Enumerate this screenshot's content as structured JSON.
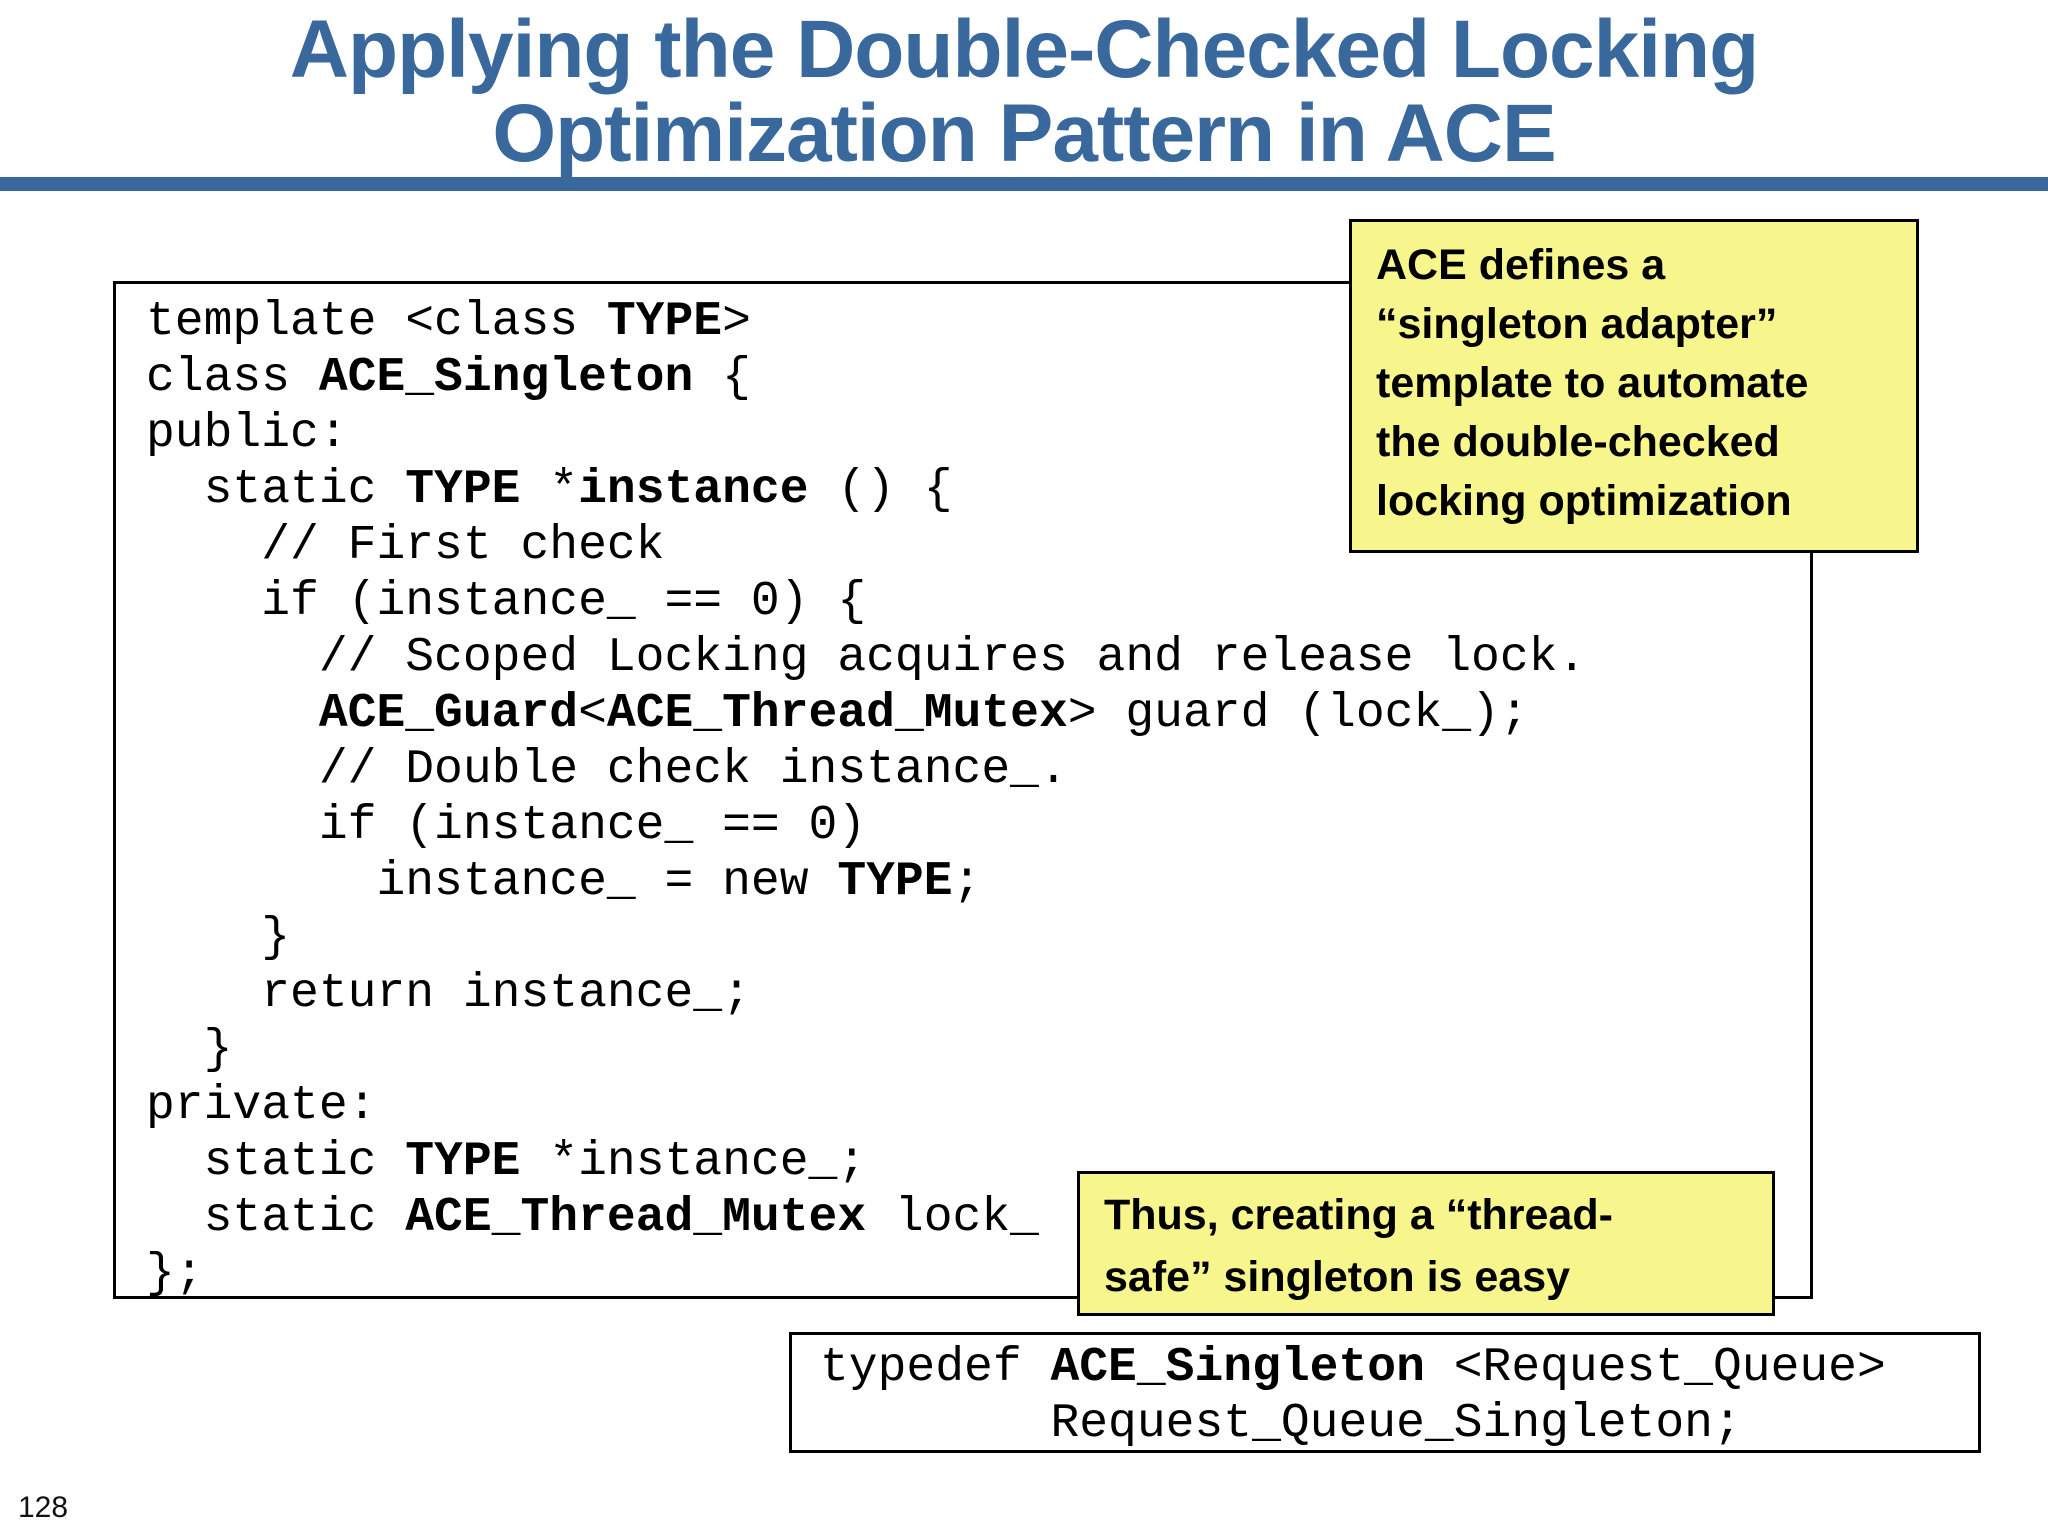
{
  "title": {
    "line1": "Applying the Double-Checked Locking",
    "line2": "Optimization Pattern in ACE"
  },
  "colors": {
    "title_blue": "#38689C",
    "callout_yellow": "#F7F68D",
    "border_black": "#000000",
    "code_text": "#000000"
  },
  "code_box": {
    "lines": [
      [
        {
          "t": "template <class "
        },
        {
          "t": "TYPE",
          "b": true
        },
        {
          "t": ">"
        }
      ],
      [
        {
          "t": "class "
        },
        {
          "t": "ACE_Singleton",
          "b": true
        },
        {
          "t": " {"
        }
      ],
      [
        {
          "t": "public:"
        }
      ],
      [
        {
          "t": "  static "
        },
        {
          "t": "TYPE",
          "b": true
        },
        {
          "t": " *"
        },
        {
          "t": "instance",
          "b": true
        },
        {
          "t": " () {"
        }
      ],
      [
        {
          "t": "    // First check"
        }
      ],
      [
        {
          "t": "    if (instance_ == 0) {"
        }
      ],
      [
        {
          "t": "      // Scoped Locking acquires and release lock."
        }
      ],
      [
        {
          "t": "      "
        },
        {
          "t": "ACE_Guard",
          "b": true
        },
        {
          "t": "<"
        },
        {
          "t": "ACE_Thread_Mutex",
          "b": true
        },
        {
          "t": "> guard (lock_);"
        }
      ],
      [
        {
          "t": "      // Double check instance_."
        }
      ],
      [
        {
          "t": "      if (instance_ == 0)"
        }
      ],
      [
        {
          "t": "        instance_ = new "
        },
        {
          "t": "TYPE",
          "b": true
        },
        {
          "t": ";"
        }
      ],
      [
        {
          "t": "    }"
        }
      ],
      [
        {
          "t": "    return instance_;"
        }
      ],
      [
        {
          "t": "  }"
        }
      ],
      [
        {
          "t": "private:"
        }
      ],
      [
        {
          "t": "  static "
        },
        {
          "t": "TYPE",
          "b": true
        },
        {
          "t": " *instance_;"
        }
      ],
      [
        {
          "t": "  static "
        },
        {
          "t": "ACE_Thread_Mutex",
          "b": true
        },
        {
          "t": " lock_"
        }
      ],
      [
        {
          "t": "};"
        }
      ]
    ]
  },
  "callouts": {
    "adapter": {
      "lines": [
        "ACE defines a",
        "“singleton adapter”",
        "template to automate",
        "the double-checked",
        "locking optimization"
      ]
    },
    "thread_safe": {
      "lines": [
        "Thus, creating a “thread-",
        "safe” singleton is easy"
      ]
    }
  },
  "typedef_box": {
    "lines": [
      [
        {
          "t": "typedef "
        },
        {
          "t": "ACE_Singleton",
          "b": true
        },
        {
          "t": " <Request_Queue>"
        }
      ],
      [
        {
          "t": "        Request_Queue_Singleton;"
        }
      ]
    ]
  },
  "page": {
    "number": "128"
  }
}
